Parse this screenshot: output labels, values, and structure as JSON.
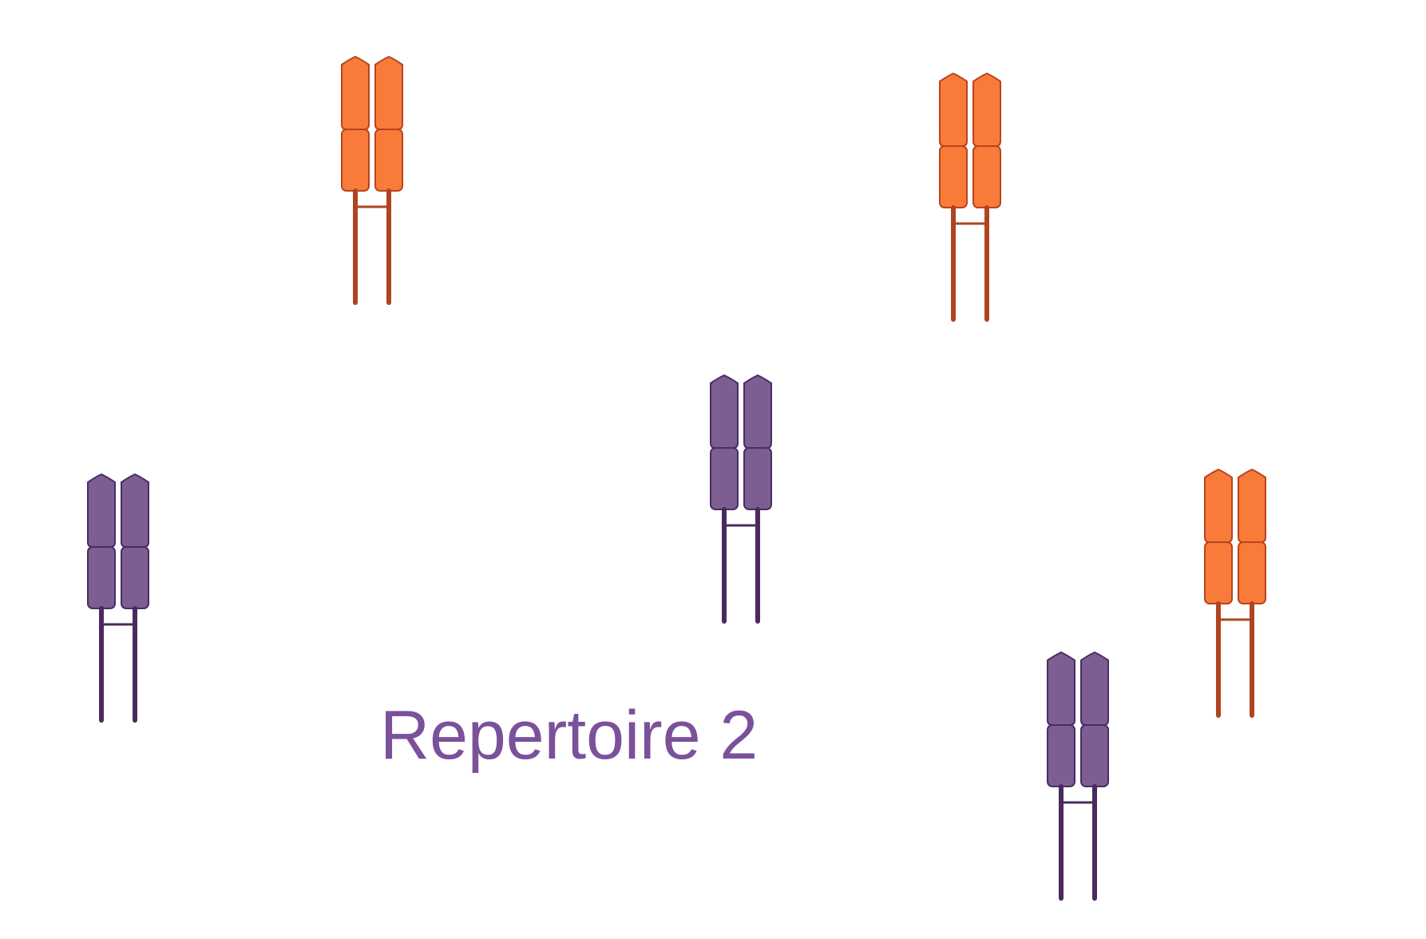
{
  "diagram": {
    "label": "Repertoire 2",
    "label_color": "#7a519a",
    "palette": {
      "orange": {
        "fill": "#f97b3a",
        "stroke": "#b8441e",
        "stem": "#ae4520"
      },
      "purple": {
        "fill": "#7c5e92",
        "stroke": "#4a2d63",
        "stem": "#4a2a5e"
      }
    },
    "receptors": [
      {
        "name": "orange-receptor-top-left",
        "color": "orange"
      },
      {
        "name": "orange-receptor-top-right",
        "color": "orange"
      },
      {
        "name": "purple-receptor-center",
        "color": "purple"
      },
      {
        "name": "purple-receptor-left",
        "color": "purple"
      },
      {
        "name": "orange-receptor-right",
        "color": "orange"
      },
      {
        "name": "purple-receptor-bottom-right",
        "color": "purple"
      }
    ]
  }
}
